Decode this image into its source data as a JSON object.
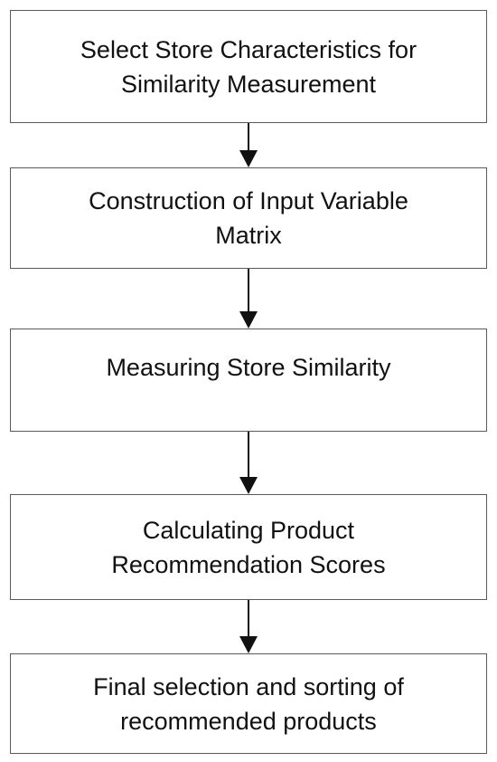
{
  "steps": [
    {
      "label": "Select Store Characteristics for\nSimilarity Measurement"
    },
    {
      "label": "Construction of Input Variable\nMatrix"
    },
    {
      "label": "Measuring Store Similarity"
    },
    {
      "label": "Calculating Product\nRecommendation Scores"
    },
    {
      "label": "Final selection and sorting of\nrecommended products"
    }
  ],
  "colors": {
    "border": "#5a5a5a",
    "arrow": "#111111",
    "text": "#111111"
  }
}
